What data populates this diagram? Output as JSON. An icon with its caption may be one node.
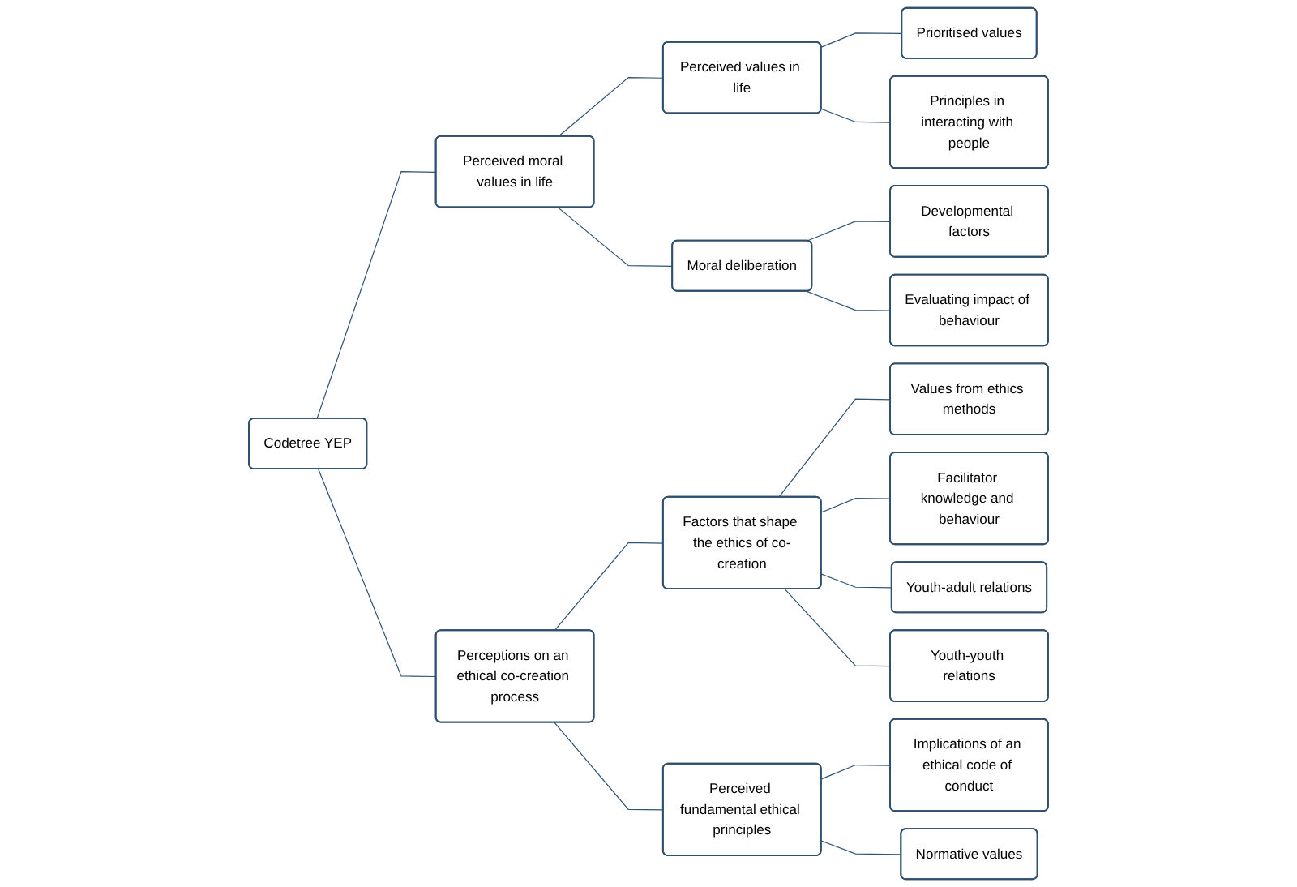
{
  "diagram": {
    "nodes": [
      {
        "text": [
          "Codetree YEP"
        ]
      },
      {
        "text": [
          "Perceived moral values in life"
        ]
      },
      {
        "text": [
          "Perceptions on an ethical co-creation process"
        ]
      },
      {
        "text": [
          "Perceived values in life"
        ]
      },
      {
        "text": [
          "Moral deliberation"
        ]
      },
      {
        "text": [
          "Factors that shape the ethics of co-creation"
        ]
      },
      {
        "text": [
          "Perceived fundamental ethical principles"
        ]
      },
      {
        "text": [
          "Prioritised values"
        ]
      },
      {
        "text": [
          "Principles in interacting with people"
        ]
      },
      {
        "text": [
          "Developmental factors"
        ]
      },
      {
        "text": [
          "Evaluating impact of behaviour"
        ]
      },
      {
        "text": [
          "Values from ethics methods"
        ]
      },
      {
        "text": [
          "Facilitator knowledge and behaviour"
        ]
      },
      {
        "text": [
          "Youth-adult relations"
        ]
      },
      {
        "text": [
          "Youth-youth relations"
        ]
      },
      {
        "text": [
          "Implications of an ethical code of conduct"
        ]
      },
      {
        "text": [
          "Normative values"
        ]
      }
    ],
    "edges": [
      {
        "from": 0,
        "to": 1,
        "arrow": "none"
      },
      {
        "from": 0,
        "to": 2,
        "arrow": "none"
      },
      {
        "from": 1,
        "to": 3,
        "arrow": "none"
      },
      {
        "from": 1,
        "to": 4,
        "arrow": "none"
      },
      {
        "from": 2,
        "to": 5,
        "arrow": "none"
      },
      {
        "from": 2,
        "to": 6,
        "arrow": "none"
      },
      {
        "from": 3,
        "to": 7,
        "arrow": "none"
      },
      {
        "from": 3,
        "to": 8,
        "arrow": "none"
      },
      {
        "from": 4,
        "to": 9,
        "arrow": "none"
      },
      {
        "from": 4,
        "to": 10,
        "arrow": "none"
      },
      {
        "from": 5,
        "to": 11,
        "arrow": "none"
      },
      {
        "from": 5,
        "to": 12,
        "arrow": "none"
      },
      {
        "from": 5,
        "to": 13,
        "arrow": "none"
      },
      {
        "from": 5,
        "to": 14,
        "arrow": "none"
      },
      {
        "from": 6,
        "to": 15,
        "arrow": "none"
      },
      {
        "from": 6,
        "to": 16,
        "arrow": "none"
      }
    ]
  }
}
